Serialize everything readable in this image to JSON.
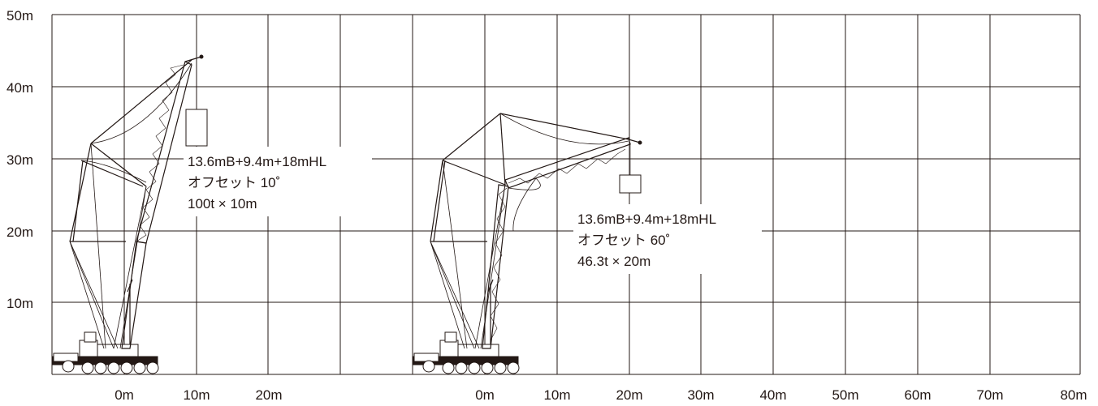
{
  "axes": {
    "y_labels": [
      "50m",
      "40m",
      "30m",
      "20m",
      "10m"
    ],
    "x_labels_left": [
      "0m",
      "10m",
      "20m"
    ],
    "x_labels_right": [
      "0m",
      "10m",
      "20m",
      "30m",
      "40m",
      "50m",
      "60m",
      "70m",
      "80m"
    ]
  },
  "configurations": [
    {
      "boom": "13.6mB+9.4m+18mHL",
      "offset": "オフセット 10˚",
      "load": "100t × 10m"
    },
    {
      "boom": "13.6mB+9.4m+18mHL",
      "offset": "オフセット 60˚",
      "load": "46.3t × 20m"
    }
  ],
  "colors": {
    "ink": "#231815",
    "background": "#ffffff"
  }
}
